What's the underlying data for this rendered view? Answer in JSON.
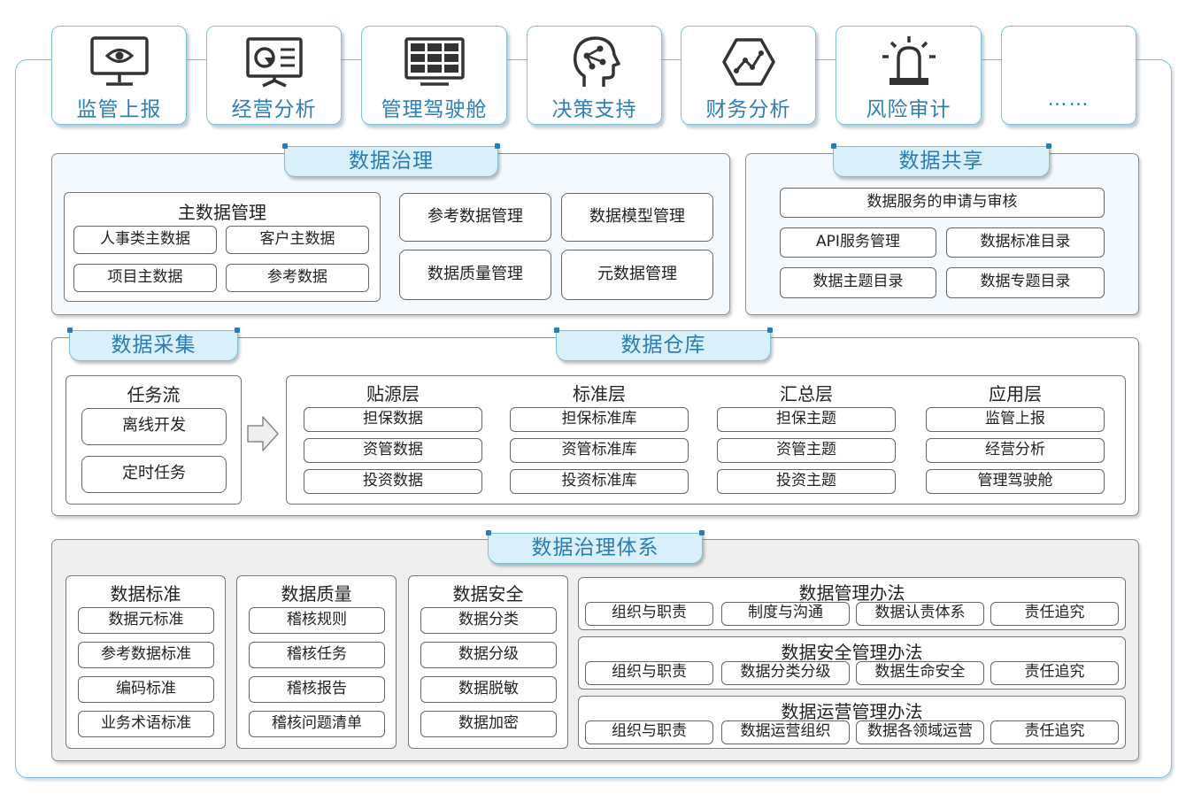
{
  "top_apps": [
    {
      "label": "监管上报",
      "icon": "monitor-eye-icon"
    },
    {
      "label": "经营分析",
      "icon": "presentation-chart-icon"
    },
    {
      "label": "管理驾驶舱",
      "icon": "dashboard-grid-icon"
    },
    {
      "label": "决策支持",
      "icon": "head-network-icon"
    },
    {
      "label": "财务分析",
      "icon": "hexagon-trend-icon"
    },
    {
      "label": "风险审计",
      "icon": "alarm-light-icon"
    },
    {
      "label": "……",
      "icon": ""
    }
  ],
  "governance": {
    "title": "数据治理",
    "master": {
      "title": "主数据管理",
      "items": [
        "人事类主数据",
        "客户主数据",
        "项目主数据",
        "参考数据"
      ]
    },
    "modules": [
      "参考数据管理",
      "数据模型管理",
      "数据质量管理",
      "元数据管理"
    ]
  },
  "sharing": {
    "title": "数据共享",
    "items": [
      "数据服务的申请与审核",
      "API服务管理",
      "数据标准目录",
      "数据主题目录",
      "数据专题目录"
    ]
  },
  "collection": {
    "title": "数据采集",
    "flow_title": "任务流",
    "items": [
      "离线开发",
      "定时任务"
    ]
  },
  "warehouse": {
    "title": "数据仓库",
    "layers": [
      {
        "title": "贴源层",
        "items": [
          "担保数据",
          "资管数据",
          "投资数据"
        ]
      },
      {
        "title": "标准层",
        "items": [
          "担保标准库",
          "资管标准库",
          "投资标准库"
        ]
      },
      {
        "title": "汇总层",
        "items": [
          "担保主题",
          "资管主题",
          "投资主题"
        ]
      },
      {
        "title": "应用层",
        "items": [
          "监管上报",
          "经营分析",
          "管理驾驶舱"
        ]
      }
    ]
  },
  "system": {
    "title": "数据治理体系",
    "columns": [
      {
        "title": "数据标准",
        "items": [
          "数据元标准",
          "参考数据标准",
          "编码标准",
          "业务术语标准"
        ]
      },
      {
        "title": "数据质量",
        "items": [
          "稽核规则",
          "稽核任务",
          "稽核报告",
          "稽核问题清单"
        ]
      },
      {
        "title": "数据安全",
        "items": [
          "数据分类",
          "数据分级",
          "数据脱敏",
          "数据加密"
        ]
      }
    ],
    "policies": [
      {
        "title": "数据管理办法",
        "items": [
          "组织与职责",
          "制度与沟通",
          "数据认责体系",
          "责任追究"
        ]
      },
      {
        "title": "数据安全管理办法",
        "items": [
          "组织与职责",
          "数据分类分级",
          "数据生命安全",
          "责任追究"
        ]
      },
      {
        "title": "数据运营管理办法",
        "items": [
          "组织与职责",
          "数据运营组织",
          "数据各领域运营",
          "责任追究"
        ]
      }
    ]
  }
}
